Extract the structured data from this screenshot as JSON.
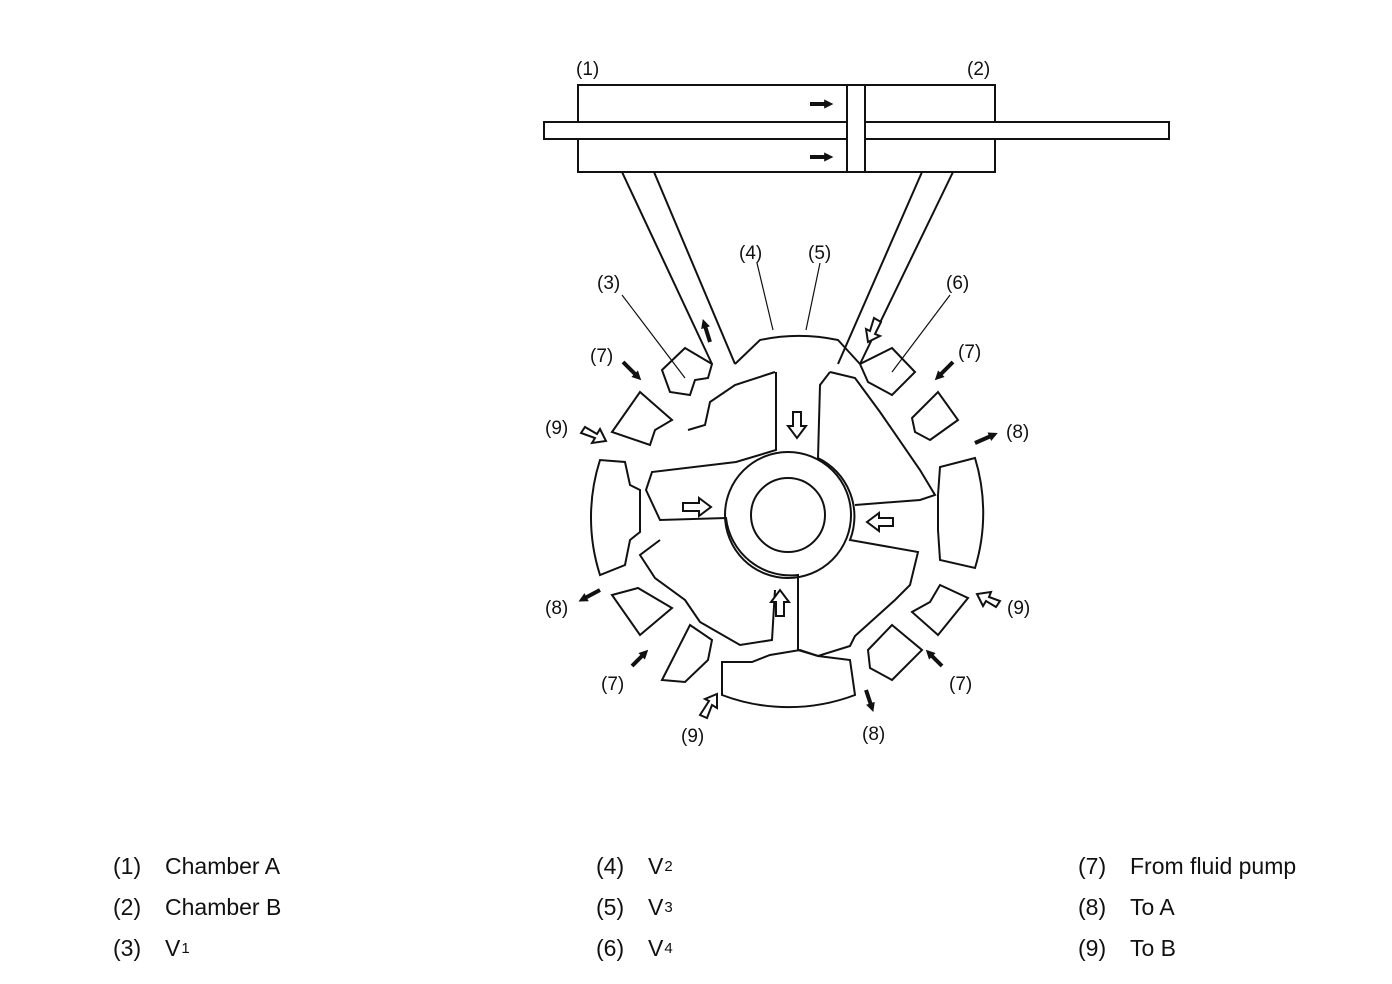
{
  "callouts": {
    "c1": "(1)",
    "c2": "(2)",
    "c3": "(3)",
    "c4": "(4)",
    "c5": "(5)",
    "c6": "(6)",
    "c7": "(7)",
    "c8": "(8)",
    "c9": "(9)"
  },
  "legend": [
    {
      "num": "(1)",
      "text": "Chamber A",
      "sub": ""
    },
    {
      "num": "(2)",
      "text": "Chamber B",
      "sub": ""
    },
    {
      "num": "(3)",
      "text": "V",
      "sub": "1"
    },
    {
      "num": "(4)",
      "text": "V",
      "sub": "2"
    },
    {
      "num": "(5)",
      "text": "V",
      "sub": "3"
    },
    {
      "num": "(6)",
      "text": "V",
      "sub": "4"
    },
    {
      "num": "(7)",
      "text": "From fluid pump",
      "sub": ""
    },
    {
      "num": "(8)",
      "text": "To A",
      "sub": ""
    },
    {
      "num": "(9)",
      "text": "To B",
      "sub": ""
    }
  ],
  "colors": {
    "ink": "#111111",
    "background": "#ffffff"
  },
  "icons": {
    "filled_arrow": "flow-arrow-solid-icon",
    "hollow_arrow": "flow-arrow-hollow-icon"
  }
}
